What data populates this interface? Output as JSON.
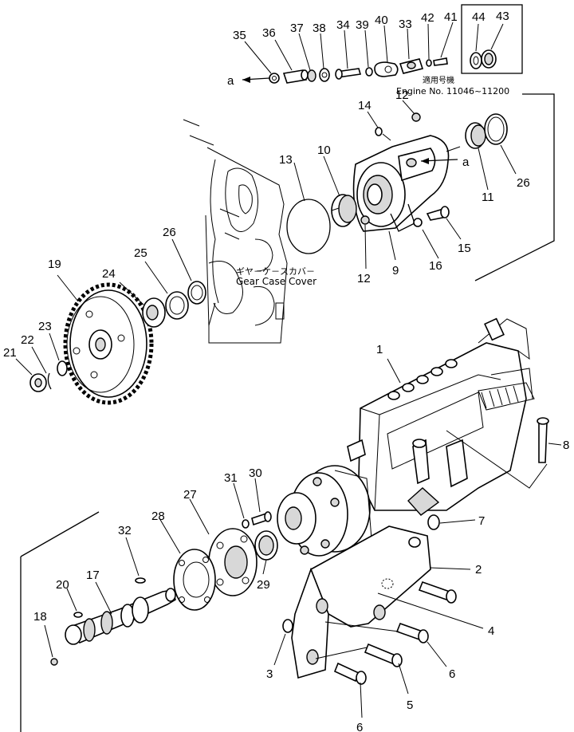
{
  "diagram": {
    "gear_case_cover_jp": "ギヤ－ケ－スカバ－",
    "gear_case_cover_en": "Gear Case Cover",
    "applicability_jp": "適用号機",
    "applicability_en": "Engine No. 11046~11200",
    "ref_letter_a": "a",
    "part_labels": [
      "1",
      "2",
      "3",
      "4",
      "5",
      "6",
      "6",
      "7",
      "8",
      "9",
      "10",
      "11",
      "12",
      "12",
      "13",
      "14",
      "15",
      "16",
      "17",
      "18",
      "19",
      "20",
      "21",
      "22",
      "23",
      "24",
      "25",
      "26",
      "26",
      "27",
      "28",
      "29",
      "30",
      "31",
      "32",
      "33",
      "34",
      "35",
      "36",
      "37",
      "38",
      "39",
      "40",
      "41",
      "42",
      "43",
      "44"
    ]
  }
}
